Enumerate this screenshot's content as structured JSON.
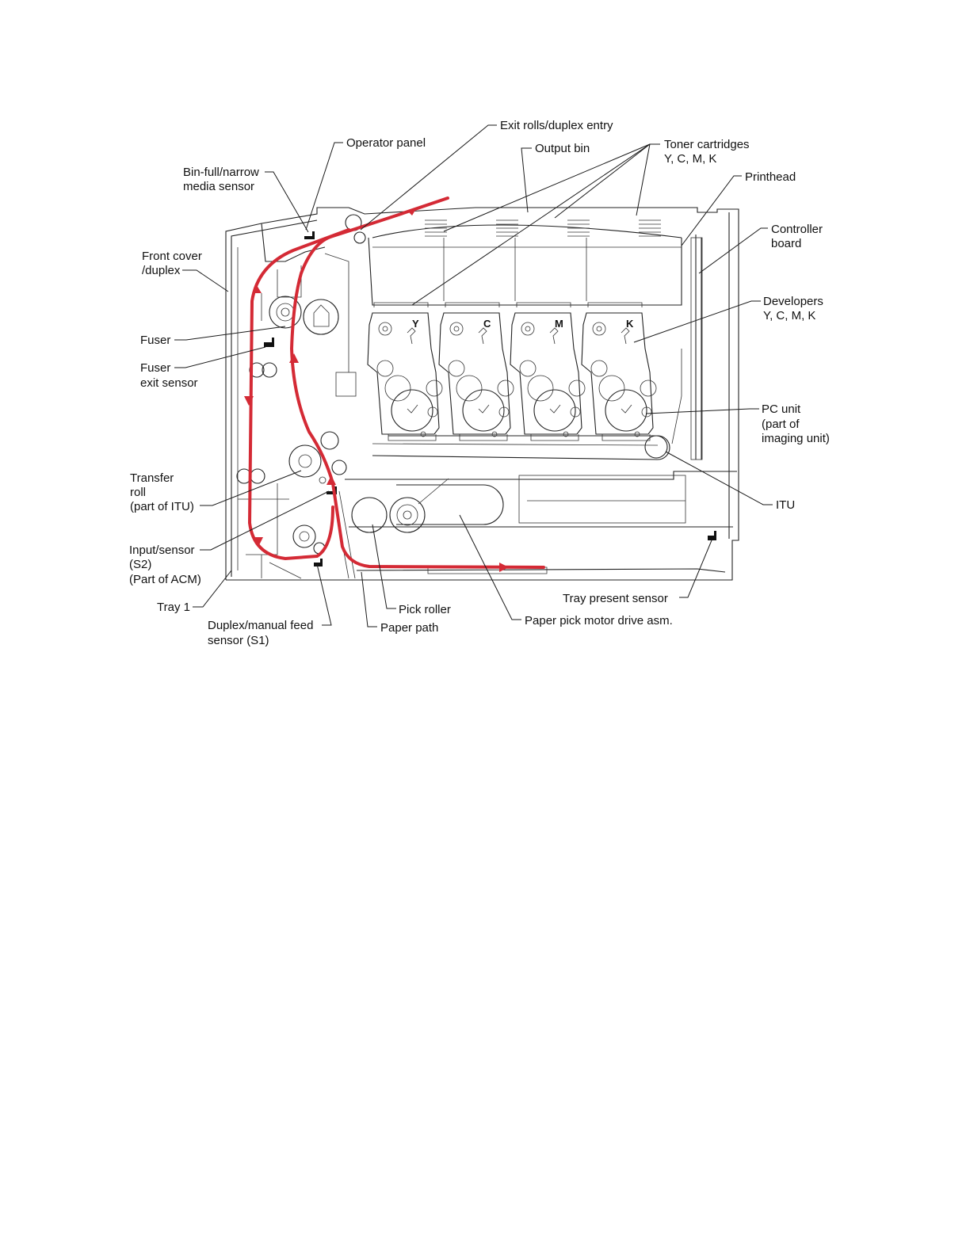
{
  "labels": {
    "exit_rolls": "Exit rolls/duplex entry",
    "operator_panel": "Operator panel",
    "output_bin": "Output bin",
    "toner_line1": "Toner cartridges",
    "toner_line2": "Y, C, M, K",
    "bin_full_line1": "Bin-full/narrow",
    "bin_full_line2": "media sensor",
    "printhead": "Printhead",
    "controller_line1": "Controller",
    "controller_line2": "board",
    "front_cover_line1": "Front cover",
    "front_cover_line2": "/duplex",
    "developers_line1": "Developers",
    "developers_line2": "Y, C, M, K",
    "fuser": "Fuser",
    "fuser_exit_line1": "Fuser",
    "fuser_exit_line2": "exit sensor",
    "pc_unit_line1": "PC unit",
    "pc_unit_line2": "(part of",
    "pc_unit_line3": "imaging unit)",
    "transfer_line1": "Transfer",
    "transfer_line2": "roll",
    "transfer_line3": "(part of ITU)",
    "itu": "ITU",
    "input_sensor_line1": "Input/sensor",
    "input_sensor_line2": "(S2)",
    "input_sensor_line3": "(Part of ACM)",
    "tray_present": "Tray present sensor",
    "tray1": "Tray 1",
    "pick_roller": "Pick roller",
    "duplex_sensor_line1": "Duplex/manual feed",
    "duplex_sensor_line2": "sensor (S1)",
    "paper_path": "Paper path",
    "pick_motor": "Paper pick motor drive asm."
  },
  "station_letters": [
    "Y",
    "C",
    "M",
    "K"
  ],
  "colors": {
    "paper_path": "#d42a35",
    "line": "#1a1a1a"
  }
}
